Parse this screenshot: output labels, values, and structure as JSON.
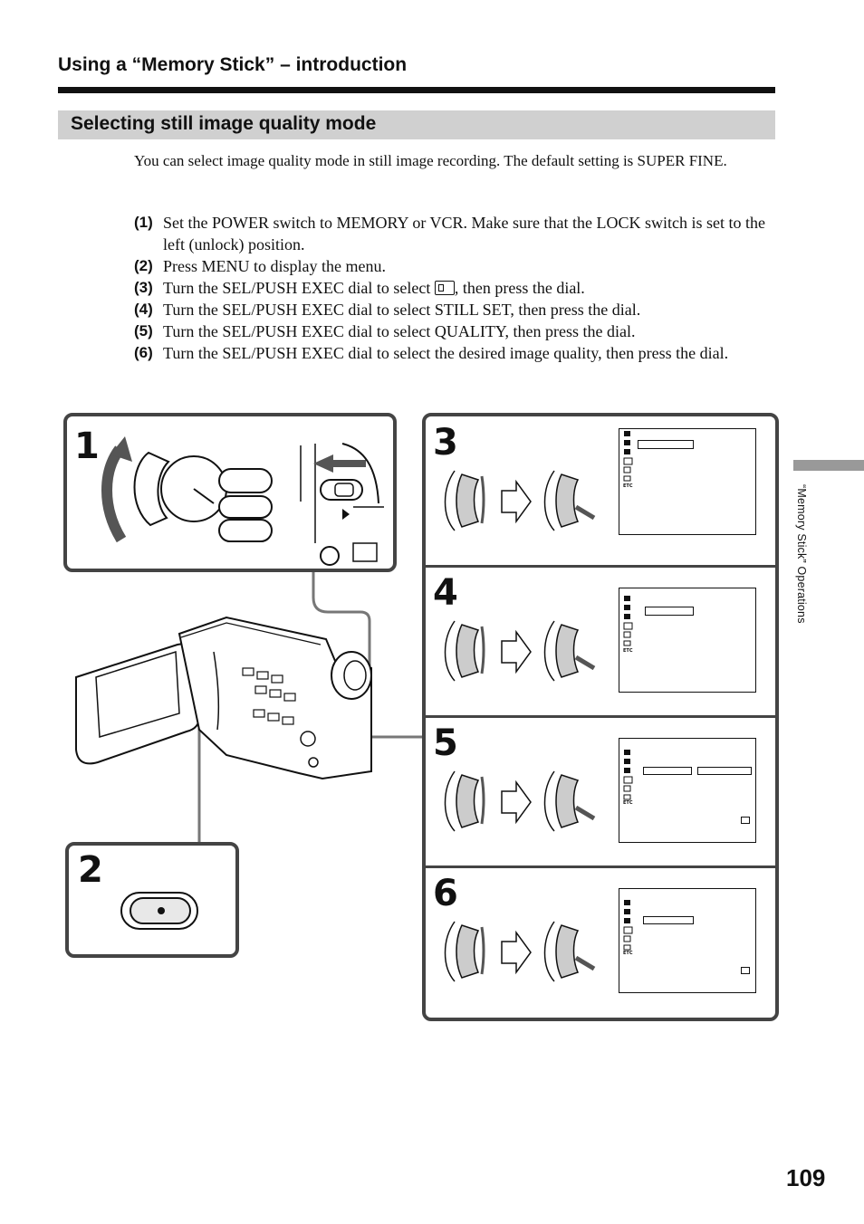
{
  "header": {
    "title": "Using a “Memory Stick” – introduction"
  },
  "section": {
    "title": "Selecting still image quality mode"
  },
  "intro": "You can select image quality mode in still image recording. The default setting is SUPER FINE.",
  "steps": [
    {
      "num": "(1)",
      "text": "Set the POWER switch to MEMORY or VCR. Make sure that the LOCK switch is set to the left (unlock) position."
    },
    {
      "num": "(2)",
      "text": "Press MENU to display the menu."
    },
    {
      "num": "(3)",
      "text_before": "Turn the SEL/PUSH EXEC dial to select ",
      "text_after": ", then press the dial.",
      "icon": "camera-set-menu-icon"
    },
    {
      "num": "(4)",
      "text": "Turn the SEL/PUSH EXEC dial to select STILL SET, then press the dial."
    },
    {
      "num": "(5)",
      "text": "Turn the SEL/PUSH EXEC dial to select QUALITY, then press the dial."
    },
    {
      "num": "(6)",
      "text": "Turn the SEL/PUSH EXEC dial to select the desired image quality, then press the dial."
    }
  ],
  "figure": {
    "panel_numbers": [
      "1",
      "2",
      "3",
      "4",
      "5",
      "6"
    ],
    "menu_icon_label": "ETC",
    "icons": [
      "power-switch-icon",
      "lock-switch-icon",
      "menu-button-icon",
      "camcorder-icon",
      "sel-push-exec-dial-icon",
      "right-arrow-icon",
      "menu-screen-icon"
    ]
  },
  "side_tab": {
    "label": "“Memory Stick” Operations"
  },
  "page_number": "109"
}
